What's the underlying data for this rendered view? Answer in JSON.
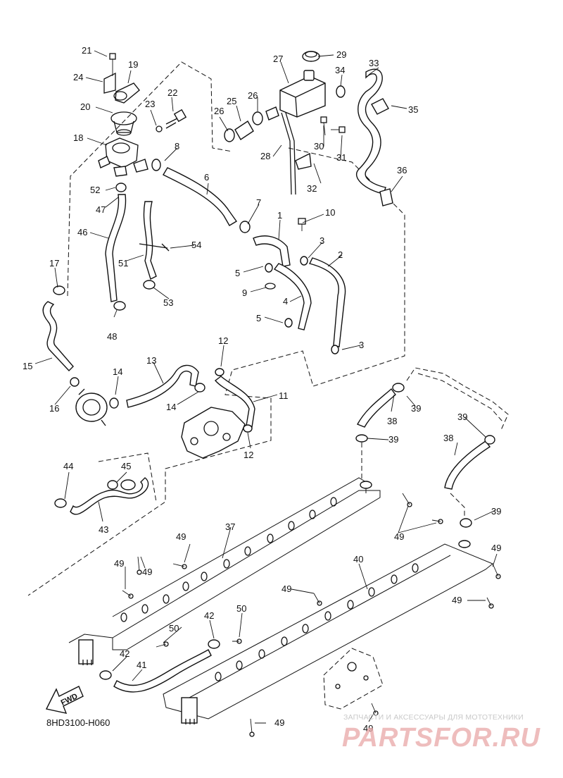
{
  "diagram_code": "8HD3100-H060",
  "fwd_label": "FWD",
  "watermark": {
    "tagline": "ЗАПЧАСТИ И АКСЕССУАРЫ ДЛЯ МОТОТЕХНИКИ",
    "brand": "PARTSFOR.RU"
  },
  "callouts": {
    "c1": "1",
    "c2": "2",
    "c3a": "3",
    "c3b": "3",
    "c4": "4",
    "c5a": "5",
    "c5b": "5",
    "c6": "6",
    "c7": "7",
    "c8": "8",
    "c9": "9",
    "c10": "10",
    "c11": "11",
    "c12a": "12",
    "c12b": "12",
    "c13": "13",
    "c14a": "14",
    "c14b": "14",
    "c15": "15",
    "c16": "16",
    "c17": "17",
    "c18": "18",
    "c19": "19",
    "c20": "20",
    "c21": "21",
    "c22": "22",
    "c23": "23",
    "c24": "24",
    "c25": "25",
    "c26a": "26",
    "c26b": "26",
    "c27": "27",
    "c28": "28",
    "c29": "29",
    "c30": "30",
    "c31": "31",
    "c32": "32",
    "c33": "33",
    "c34": "34",
    "c35": "35",
    "c36": "36",
    "c37": "37",
    "c38a": "38",
    "c38b": "38",
    "c39a": "39",
    "c39b": "39",
    "c39c": "39",
    "c39d": "39",
    "c40": "40",
    "c41": "41",
    "c42a": "42",
    "c42b": "42",
    "c43": "43",
    "c44": "44",
    "c45": "45",
    "c46": "46",
    "c47": "47",
    "c48": "48",
    "c49a": "49",
    "c49b": "49",
    "c49c": "49",
    "c49d": "49",
    "c49e": "49",
    "c49f": "49",
    "c49g": "49",
    "c49h": "49",
    "c49i": "49",
    "c50a": "50",
    "c50b": "50",
    "c51": "51",
    "c52": "52",
    "c53": "53",
    "c54": "54"
  }
}
